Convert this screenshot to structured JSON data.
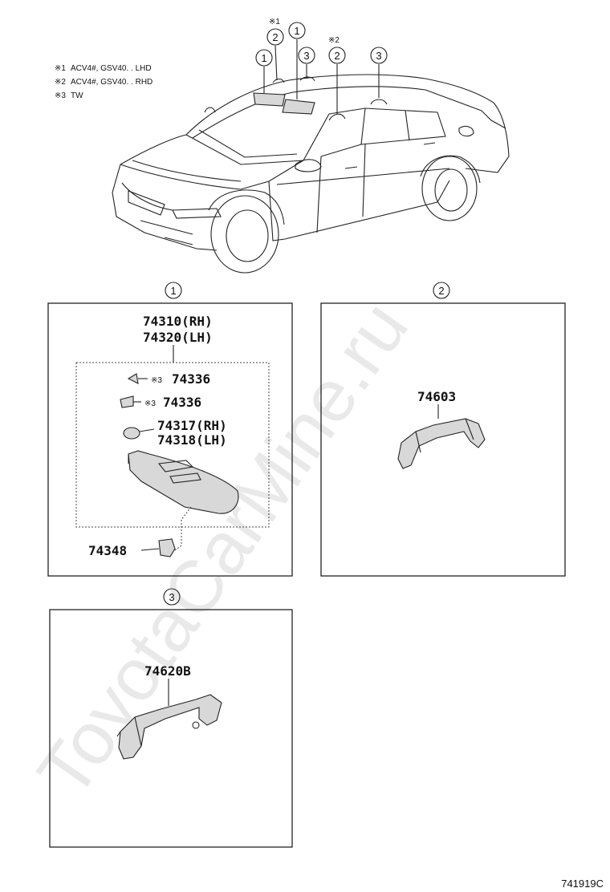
{
  "watermark": "ToyotaCarMine.ru",
  "figure_ref": "741919C",
  "notes": [
    {
      "mark": "※1",
      "text": "ACV4#, GSV40. . LHD"
    },
    {
      "mark": "※2",
      "text": "ACV4#, GSV40. . RHD"
    },
    {
      "mark": "※3",
      "text": "TW"
    }
  ],
  "car_callouts": {
    "c1a": "1",
    "c2a": "2",
    "c1b": "1",
    "c3a": "3",
    "c2b": "2",
    "c3b": "3",
    "m1": "※1",
    "m2": "※2"
  },
  "section1": {
    "circle": "1",
    "visor_part": "74310(RH)",
    "visor_part_lh": "74320(LH)",
    "clip_a_mark": "※3",
    "clip_a": "74336",
    "clip_b_mark": "※3",
    "clip_b": "74336",
    "holder_rh": "74317(RH)",
    "holder_lh": "74318(LH)",
    "bracket": "74348"
  },
  "section2": {
    "circle": "2",
    "part": "74603"
  },
  "section3": {
    "circle": "3",
    "part": "74620B"
  }
}
